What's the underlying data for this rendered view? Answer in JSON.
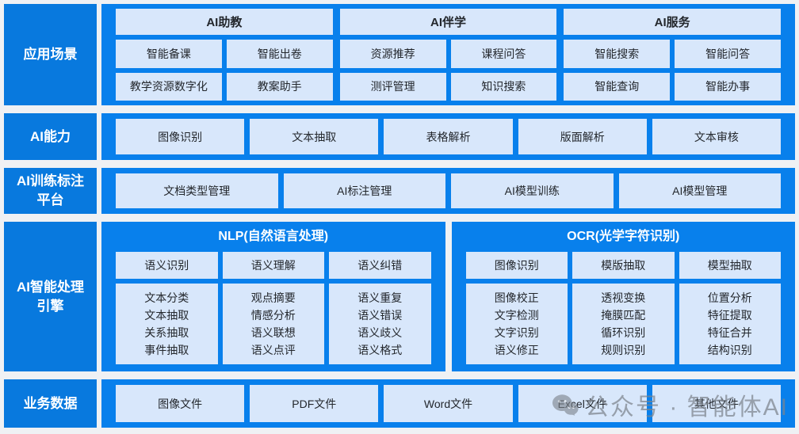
{
  "colors": {
    "primary_blue": "#0880ec",
    "label_blue": "#0879de",
    "box_bg": "#d8e7fb",
    "box_text": "#23272c",
    "page_bg": "#eff1f4",
    "watermark_gray": "#7d848c"
  },
  "scenarios": {
    "label": "应用场景",
    "groups": [
      {
        "header": "AI助教",
        "items": [
          "智能备课",
          "智能出卷",
          "教学资源数字化",
          "教案助手"
        ]
      },
      {
        "header": "AI伴学",
        "items": [
          "资源推荐",
          "课程问答",
          "测评管理",
          "知识搜索"
        ]
      },
      {
        "header": "AI服务",
        "items": [
          "智能搜索",
          "智能问答",
          "智能查询",
          "智能办事"
        ]
      }
    ]
  },
  "capabilities": {
    "label": "AI能力",
    "items": [
      "图像识别",
      "文本抽取",
      "表格解析",
      "版面解析",
      "文本审核"
    ]
  },
  "training": {
    "label": "AI训练标注平台",
    "items": [
      "文档类型管理",
      "AI标注管理",
      "AI模型训练",
      "AI模型管理"
    ]
  },
  "engine": {
    "label": "AI智能处理引擎",
    "nlp": {
      "title": "NLP(自然语言处理)",
      "top": [
        "语义识别",
        "语义理解",
        "语义纠错"
      ],
      "details": [
        [
          "文本分类",
          "文本抽取",
          "关系抽取",
          "事件抽取"
        ],
        [
          "观点摘要",
          "情感分析",
          "语义联想",
          "语义点评"
        ],
        [
          "语义重复",
          "语义错误",
          "语义歧义",
          "语义格式"
        ]
      ]
    },
    "ocr": {
      "title": "OCR(光学字符识别)",
      "top": [
        "图像识别",
        "模版抽取",
        "模型抽取"
      ],
      "details": [
        [
          "图像校正",
          "文字检测",
          "文字识别",
          "语义修正"
        ],
        [
          "透视变换",
          "掩膜匹配",
          "循环识别",
          "规则识别"
        ],
        [
          "位置分析",
          "特征提取",
          "特征合并",
          "结构识别"
        ]
      ]
    }
  },
  "business_data": {
    "label": "业务数据",
    "items": [
      "图像文件",
      "PDF文件",
      "Word文件",
      "Excel文件",
      "其他文件"
    ]
  },
  "watermark": {
    "icon": "wechat-icon",
    "text": "公众号 · 智能体AI"
  }
}
